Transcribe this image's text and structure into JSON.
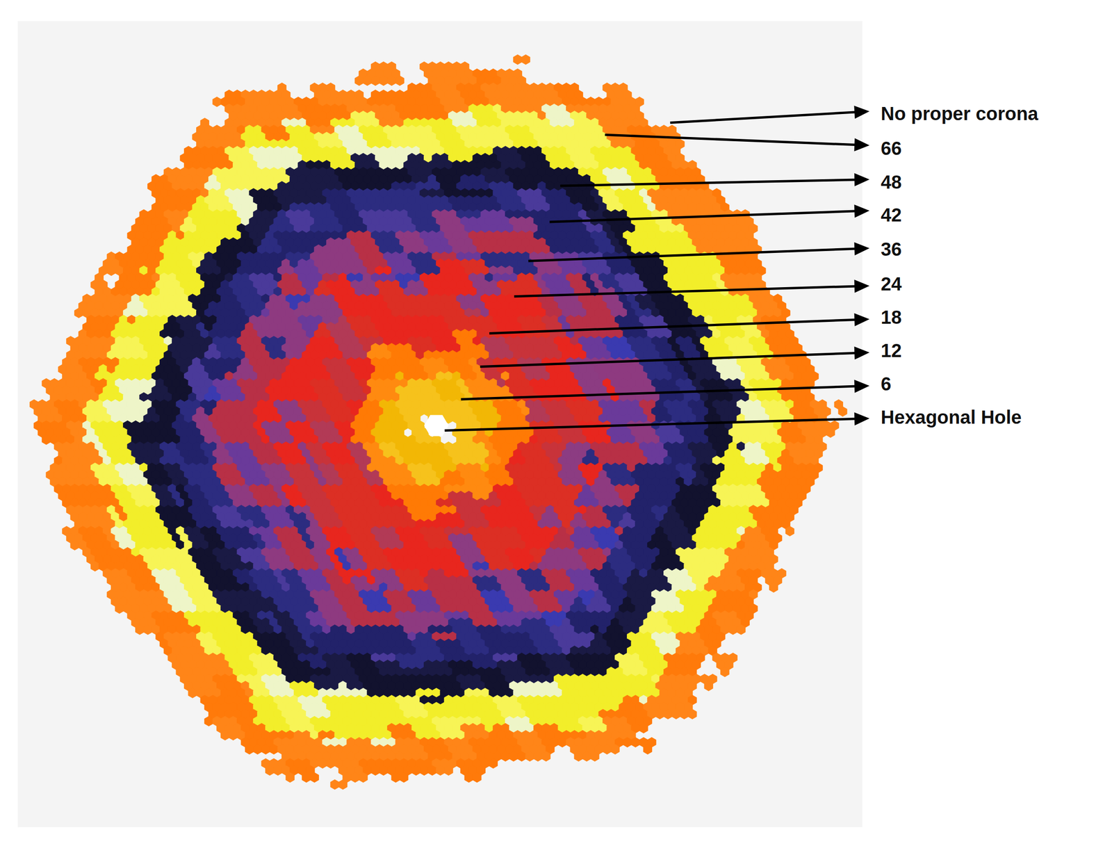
{
  "diagram": {
    "labels": [
      "No proper corona",
      "66",
      "48",
      "42",
      "36",
      "24",
      "18",
      "12",
      "6",
      "Hexagonal Hole"
    ]
  }
}
